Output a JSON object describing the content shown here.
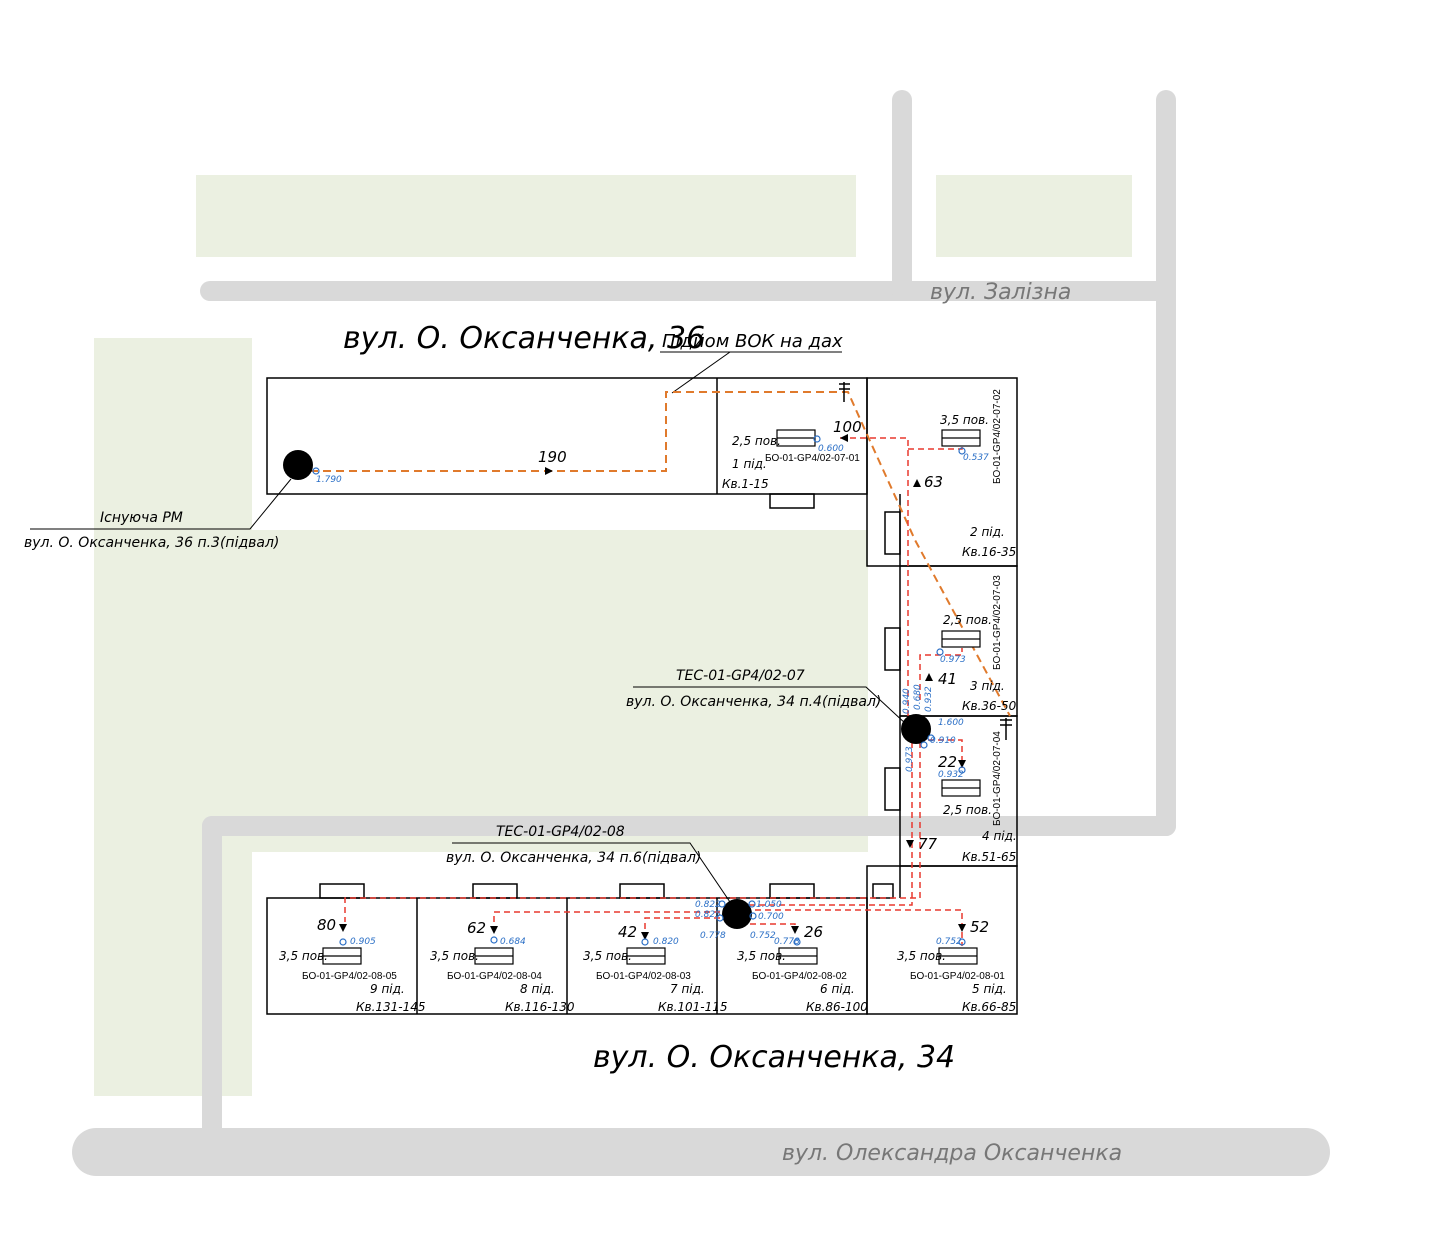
{
  "streets": {
    "zalizna": "вул. Залізна",
    "oleksandra": "вул. Олександра Оксанченка"
  },
  "buildings": {
    "b36": "вул. О. Оксанченка, 36",
    "b34": "вул. О. Оксанченка, 34"
  },
  "roof_note": "Підйом ВОК на дах",
  "existing_rm": {
    "line1": "Існуюча РМ",
    "line2": "вул. О. Оксанченка, 36 п.3(підвал)"
  },
  "tec07": {
    "line1": "ТЕС-01-GP4/02-07",
    "line2": "вул. О. Оксанченка, 34 п.4(підвал)"
  },
  "tec08": {
    "line1": "ТЕС-01-GP4/02-08",
    "line2": "вул. О. Оксанченка, 34 п.6(підвал)"
  },
  "cable_lengths": {
    "main": "190",
    "roof": "100",
    "l63": "63",
    "l41": "41",
    "l22": "22",
    "l77": "77",
    "l80": "80",
    "l62": "62",
    "l42": "42",
    "l26": "26",
    "l52": "52"
  },
  "entrances": [
    {
      "floor": "2,5 пов.",
      "box": "БО-01-GP4/02-07-01",
      "entrance": "1 під.",
      "flats": "Кв.1-15",
      "meter": "0.600"
    },
    {
      "floor": "3,5 пов.",
      "box": "БО-01-GP4/02-07-02",
      "entrance": "2 під.",
      "flats": "Кв.16-35",
      "meter": "0.537"
    },
    {
      "floor": "2,5 пов.",
      "box": "БО-01-GP4/02-07-03",
      "entrance": "3 під.",
      "flats": "Кв.36-50",
      "meter": "0.973"
    },
    {
      "floor": "2,5 пов.",
      "box": "БО-01-GP4/02-07-04",
      "entrance": "4 під.",
      "flats": "Кв.51-65",
      "meter": "0.932"
    },
    {
      "floor": "3,5 пов.",
      "box": "БО-01-GP4/02-08-01",
      "entrance": "5 під.",
      "flats": "Кв.66-85",
      "meter": "0.752"
    },
    {
      "floor": "3,5 пов.",
      "box": "БО-01-GP4/02-08-02",
      "entrance": "6 під.",
      "flats": "Кв.86-100",
      "meter": "0.778"
    },
    {
      "floor": "3,5 пов.",
      "box": "БО-01-GP4/02-08-03",
      "entrance": "7 під.",
      "flats": "Кв.101-115",
      "meter": "0.820"
    },
    {
      "floor": "3,5 пов.",
      "box": "БО-01-GP4/02-08-04",
      "entrance": "8 під.",
      "flats": "Кв.116-130",
      "meter": "0.684"
    },
    {
      "floor": "3,5 пов.",
      "box": "БО-01-GP4/02-08-05",
      "entrance": "9 під.",
      "flats": "Кв.131-145",
      "meter": "0.905"
    }
  ],
  "meters": {
    "rm": "1.790",
    "t07_a": "0.910",
    "t07_b": "1.600",
    "t07_c": "0.973",
    "t07_d": "0.940",
    "t07_e": "0.680",
    "t07_f": "0.932",
    "t08_a": "1.050",
    "t08_b": "0.700",
    "t08_c": "0.752",
    "t08_d": "0.778",
    "t08_e": "0.822",
    "t08_f": "0.825"
  },
  "colors": {
    "street": "#d9d9d9",
    "green": "#ebf0e1",
    "orange_cable": "#e07a2c",
    "red_cable": "#e8392f",
    "meter_blue": "#2b6fc6"
  }
}
